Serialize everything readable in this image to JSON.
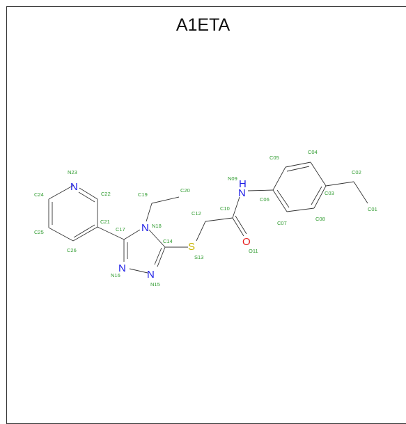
{
  "title": "A1ETA",
  "colors": {
    "bond": "#333333",
    "id_label": "#2e9b2e",
    "nitrogen": "#1f1fe6",
    "oxygen": "#e61f1f",
    "sulfur": "#c8b400"
  },
  "atoms": {
    "N23": "N",
    "N18": "N",
    "N16": "N",
    "N15": "N",
    "N09": "N",
    "S13": "S",
    "O11": "O",
    "H09": "H"
  },
  "atom_ids": [
    "N23",
    "C22",
    "C24",
    "C21",
    "C25",
    "C26",
    "C17",
    "N18",
    "C19",
    "C20",
    "C12",
    "C10",
    "N09",
    "C06",
    "C05",
    "C04",
    "C03",
    "C02",
    "C01",
    "C07",
    "C08",
    "C14",
    "S13",
    "N16",
    "N15",
    "O11"
  ]
}
